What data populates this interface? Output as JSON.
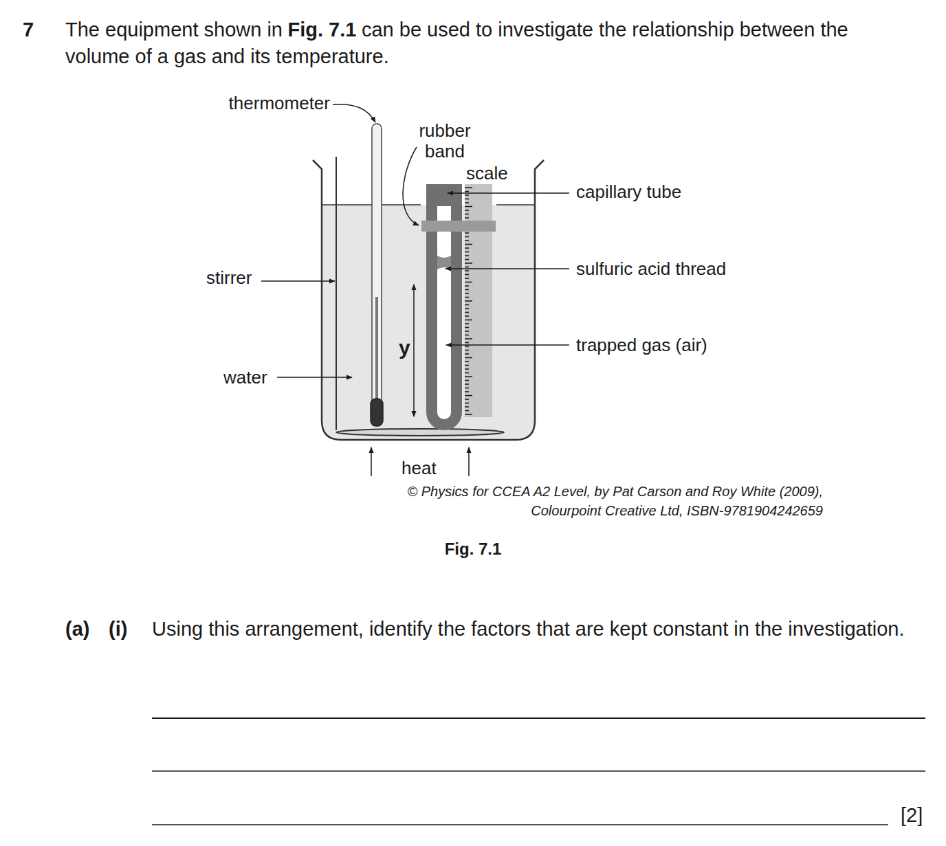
{
  "diagram": {
    "caption": "Fig. 7.1",
    "labels": [
      "7",
      "The equipment shown in",
      "Fig. 7.1",
      "can be used to investigate the relationship between the volume of a gas and its temperature.",
      "thermometer",
      "rubber band",
      "scale",
      "capillary tube",
      "stirrer",
      "sulfuric acid thread",
      "y",
      "trapped gas (air)",
      "water",
      "heat",
      "© Physics for CCEA A2 Level, by Pat Carson and Roy White (2009),",
      "Colourpoint Creative Ltd, ISBN-9781904242659",
      "(a)",
      "(i)",
      "Using this arrangement, identify the factors that are kept constant in the investigation.",
      "[2]"
    ]
  }
}
